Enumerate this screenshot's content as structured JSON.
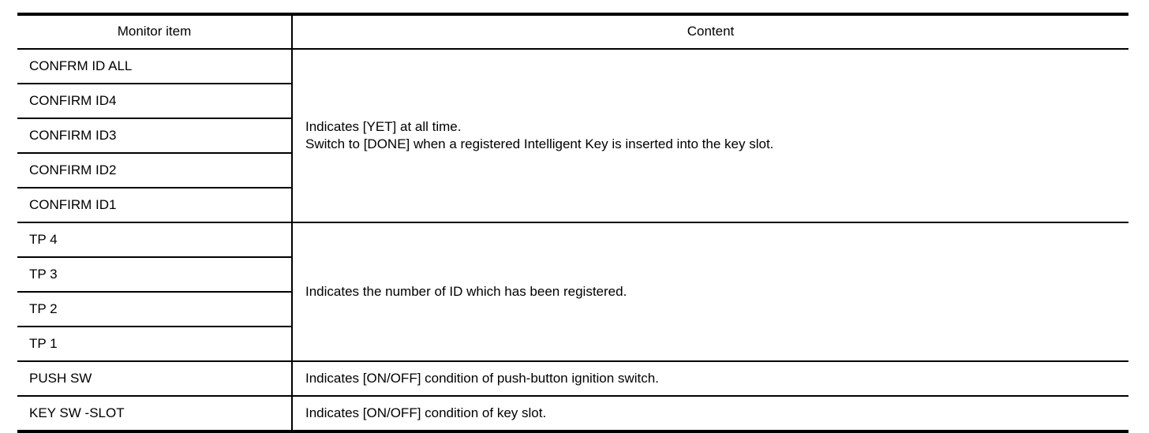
{
  "table": {
    "headers": {
      "item": "Monitor item",
      "content": "Content"
    },
    "groups": [
      {
        "items": [
          "CONFRM ID ALL",
          "CONFIRM ID4",
          "CONFIRM ID3",
          "CONFIRM ID2",
          "CONFIRM ID1"
        ],
        "content_lines": [
          "Indicates [YET] at all time.",
          "Switch to [DONE] when a registered Intelligent Key is inserted into the key slot."
        ]
      },
      {
        "items": [
          "TP 4",
          "TP 3",
          "TP 2",
          "TP 1"
        ],
        "content_lines": [
          "Indicates the number of ID which has been registered."
        ]
      },
      {
        "items": [
          "PUSH SW"
        ],
        "content_lines": [
          "Indicates [ON/OFF] condition of push-button ignition switch."
        ]
      },
      {
        "items": [
          "KEY SW -SLOT"
        ],
        "content_lines": [
          "Indicates [ON/OFF] condition of key slot."
        ]
      }
    ]
  },
  "colors": {
    "border": "#000000",
    "text": "#000000",
    "background": "#ffffff"
  }
}
